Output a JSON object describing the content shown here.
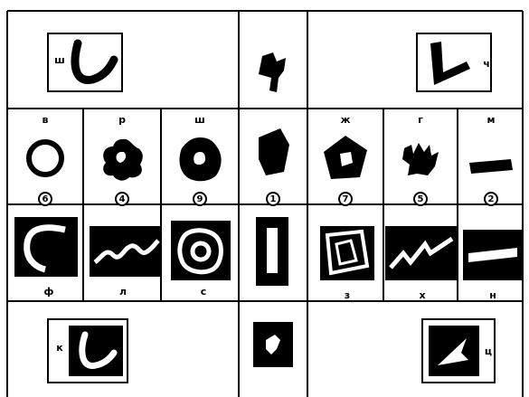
{
  "top_left": {
    "letter": "ш"
  },
  "top_right": {
    "letter": "ч"
  },
  "bottom_left": {
    "letter": "к"
  },
  "bottom_right": {
    "letter": "ц"
  },
  "upper_row": [
    {
      "letter": "в",
      "number": "6"
    },
    {
      "letter": "р",
      "number": "4"
    },
    {
      "letter": "ш",
      "number": "9"
    },
    {
      "letter": "",
      "number": "1"
    },
    {
      "letter": "ж",
      "number": "7"
    },
    {
      "letter": "г",
      "number": "5"
    },
    {
      "letter": "м",
      "number": "2"
    }
  ],
  "lower_row": [
    {
      "letter": "ф"
    },
    {
      "letter": "л"
    },
    {
      "letter": "с"
    },
    {
      "letter": ""
    },
    {
      "letter": "з"
    },
    {
      "letter": "х"
    },
    {
      "letter": "н"
    }
  ]
}
